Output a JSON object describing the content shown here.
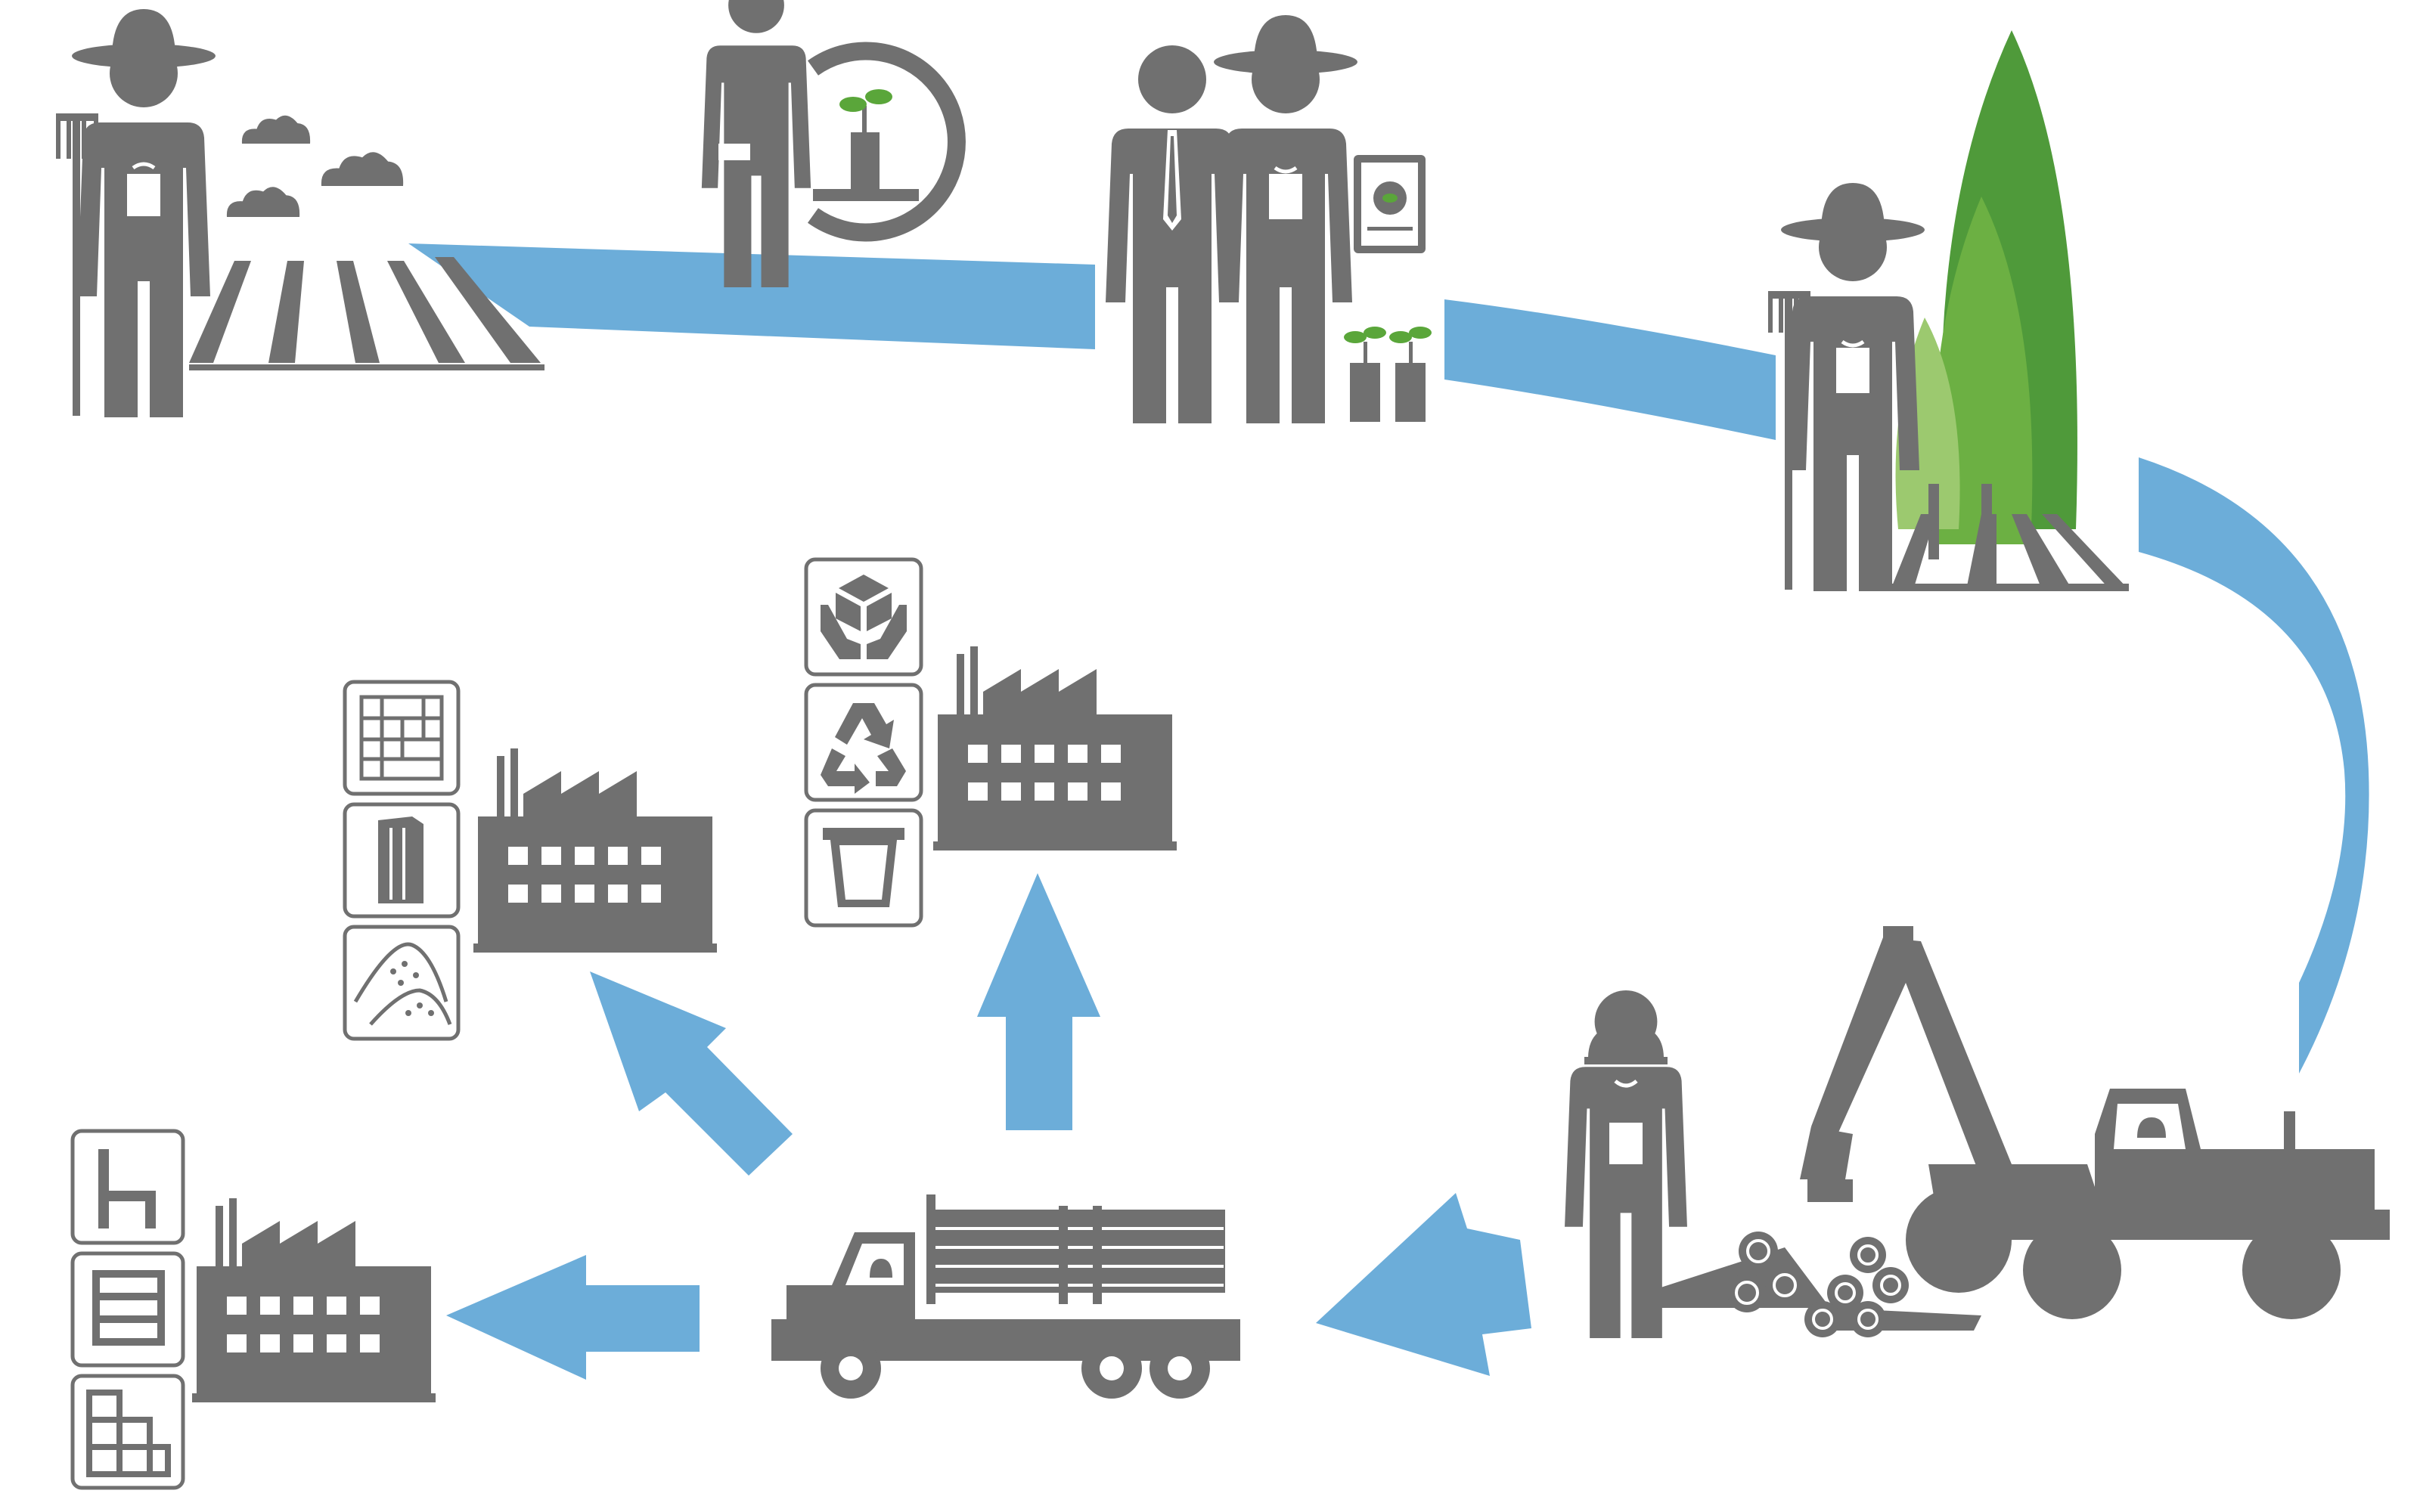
{
  "palette": {
    "icon_gray": "#707070",
    "flow_blue": "#6cadd9",
    "tree_dark": "#4f9a3a",
    "tree_mid": "#6cb043",
    "tree_light": "#9cc96f",
    "sprout_green": "#5aa63a",
    "white": "#ffffff"
  },
  "stages": [
    {
      "id": "farmer-field",
      "icons": [
        "farmer-icon",
        "pitchfork-icon",
        "cloud-icon",
        "crop-field-icon"
      ]
    },
    {
      "id": "seedling-consult",
      "icons": [
        "person-icon",
        "seedling-pot-icon"
      ]
    },
    {
      "id": "agreement",
      "icons": [
        "businessman-icon",
        "farmer-icon",
        "certificate-icon",
        "seedling-pot-icon"
      ]
    },
    {
      "id": "plantation",
      "icons": [
        "farmer-icon",
        "poplar-tree-icon"
      ]
    },
    {
      "id": "harvest",
      "icons": [
        "forest-worker-icon",
        "forestry-harvester-icon",
        "log-pile-icon"
      ]
    },
    {
      "id": "transport",
      "icons": [
        "log-truck-icon"
      ]
    },
    {
      "id": "factory-furniture",
      "icons": [
        "factory-icon",
        "chair-icon",
        "drawer-cabinet-icon",
        "shelving-icon"
      ]
    },
    {
      "id": "factory-panels",
      "icons": [
        "factory-icon",
        "parquet-icon",
        "board-panel-icon",
        "sawdust-pile-icon"
      ]
    },
    {
      "id": "factory-packaging",
      "icons": [
        "factory-icon",
        "box-in-hands-icon",
        "recycle-icon",
        "planter-pot-icon"
      ]
    }
  ],
  "flow_arrows": [
    "field-to-seedling",
    "seedling-to-agreement",
    "agreement-to-plantation",
    "plantation-to-harvest",
    "harvest-to-transport",
    "transport-to-furniture",
    "transport-to-panels",
    "transport-to-packaging"
  ]
}
